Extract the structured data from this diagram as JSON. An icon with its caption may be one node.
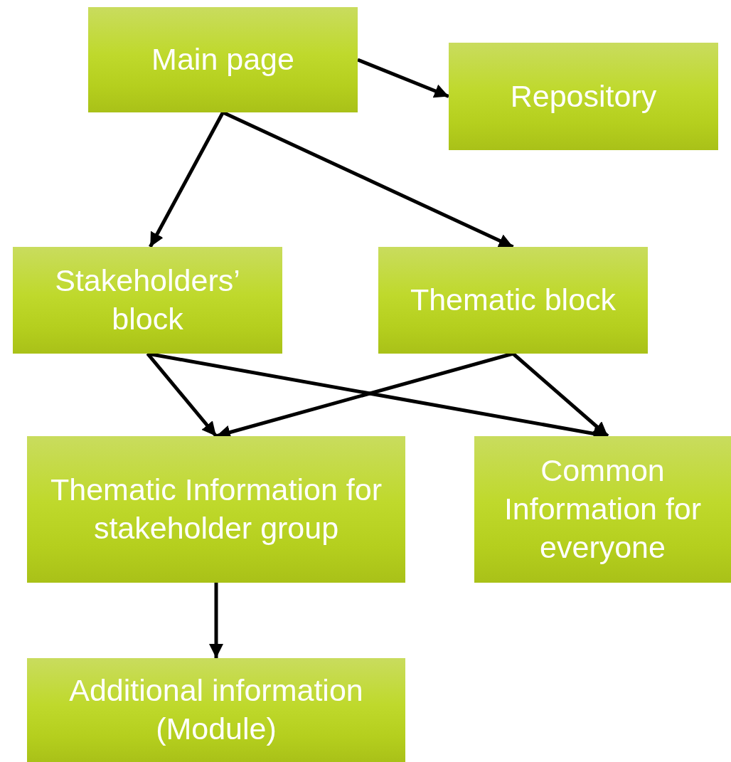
{
  "diagram": {
    "nodes": [
      {
        "text": [
          "Main page"
        ]
      },
      {
        "text": [
          "Repository"
        ]
      },
      {
        "text": [
          "Stakeholders’ block"
        ]
      },
      {
        "text": [
          "Thematic block"
        ]
      },
      {
        "text": [
          "Thematic Information for stakeholder group"
        ]
      },
      {
        "text": [
          "Common Information for everyone"
        ]
      },
      {
        "text": [
          "Additional information (Module)"
        ]
      }
    ],
    "edges": [
      {
        "from": 0,
        "to": 1,
        "arrow": "to"
      },
      {
        "from": 0,
        "to": 2,
        "arrow": "to"
      },
      {
        "from": 0,
        "to": 3,
        "arrow": "to"
      },
      {
        "from": 2,
        "to": 4,
        "arrow": "to"
      },
      {
        "from": 2,
        "to": 5,
        "arrow": "to"
      },
      {
        "from": 3,
        "to": 4,
        "arrow": "to"
      },
      {
        "from": 3,
        "to": 5,
        "arrow": "to"
      },
      {
        "from": 4,
        "to": 6,
        "arrow": "to"
      }
    ]
  }
}
